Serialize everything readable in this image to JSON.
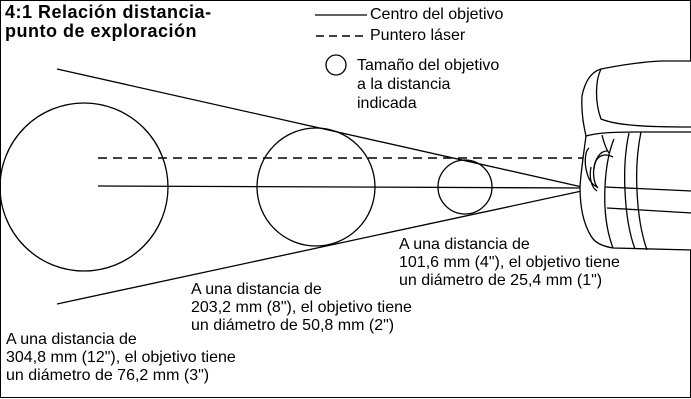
{
  "title": {
    "line1": "4:1 Relación distancia-",
    "line2": "punto de exploración"
  },
  "legend": {
    "center_line": "Centro del objetivo",
    "laser_pointer": "Puntero láser",
    "target_size_line1": "Tamaño del objetivo",
    "target_size_line2": "a la distancia",
    "target_size_line3": "indicada"
  },
  "annotations": [
    {
      "line1": "A una distancia de",
      "line2": "101,6 mm (4\"),  el objetivo tiene",
      "line3": "un diámetro de 25,4 mm (1\")"
    },
    {
      "line1": "A una distancia de",
      "line2": "203,2 mm (8\"), el objetivo tiene",
      "line3": "un diámetro de 50,8 mm (2\")"
    },
    {
      "line1": "A una distancia de",
      "line2": "304,8 mm (12\"), el objetivo tiene",
      "line3": "un diámetro de 76,2 mm (3\")"
    }
  ]
}
